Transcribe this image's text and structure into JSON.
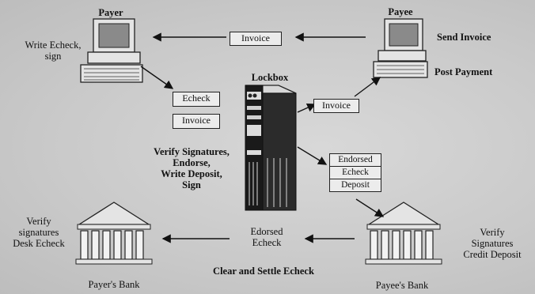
{
  "labels": {
    "payer": "Payer",
    "payee": "Payee",
    "write_echeck": [
      "Write Echeck,",
      "sign"
    ],
    "send_invoice": "Send Invoice",
    "post_payment": "Post Payment",
    "lockbox": "Lockbox",
    "verify_sign_lockbox": [
      "Verify Signatures,",
      "Endorse,",
      "Write Deposit,",
      "Sign"
    ],
    "payer_bank_verify": [
      "Verify",
      "signatures",
      "Desk Echeck"
    ],
    "payee_bank_verify": [
      "Verify",
      "Signatures",
      "Credit Deposit"
    ],
    "edorsed_echeck": [
      "Edorsed",
      "Echeck"
    ],
    "clear_settle": "Clear and Settle Echeck",
    "payers_bank": "Payer's Bank",
    "payees_bank": "Payee's Bank"
  },
  "documents": {
    "invoice_top": "Invoice",
    "echeck": "Echeck",
    "invoice_mid": "Invoice",
    "invoice_right": "Invoice",
    "endorsed_stack": [
      "Endorsed",
      "Echeck",
      "Deposit"
    ]
  }
}
